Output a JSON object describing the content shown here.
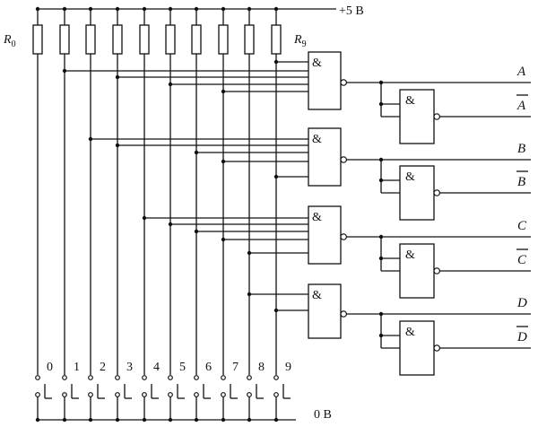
{
  "supply_label": "+5 В",
  "ground_label": "0 В",
  "resistor_first": {
    "letter": "R",
    "index": "0"
  },
  "resistor_last": {
    "letter": "R",
    "index": "9"
  },
  "gate_symbol": "&",
  "keys": [
    "0",
    "1",
    "2",
    "3",
    "4",
    "5",
    "6",
    "7",
    "8",
    "9"
  ],
  "outputs": [
    {
      "true_label": "A",
      "inverted_label": "A"
    },
    {
      "true_label": "B",
      "inverted_label": "B"
    },
    {
      "true_label": "C",
      "inverted_label": "C"
    },
    {
      "true_label": "D",
      "inverted_label": "D"
    }
  ],
  "colors": {
    "ink": "#111111",
    "background": "#ffffff"
  }
}
